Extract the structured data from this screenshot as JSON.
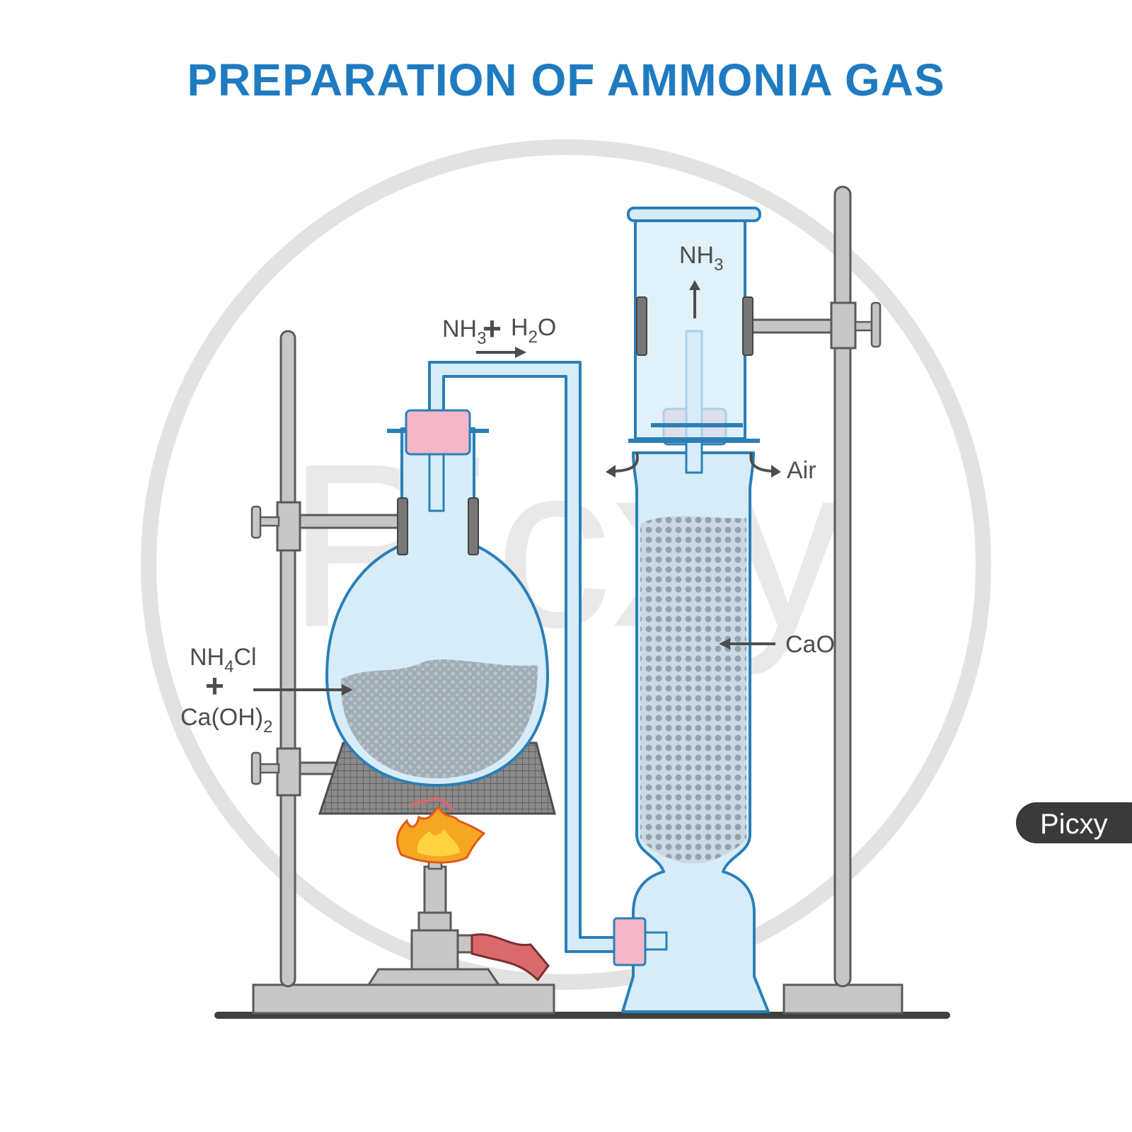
{
  "title": "PREPARATION OF AMMONIA GAS",
  "labels": {
    "outlet_gas": "NH",
    "outlet_gas_sub": "3",
    "plus": "+",
    "water": "H",
    "water_sub": "2",
    "water_tail": "O",
    "collected_gas": "NH",
    "collected_gas_sub": "3",
    "air": "Air",
    "drying_agent": "CaO",
    "reactant_1": "NH",
    "reactant_1_sub": "4",
    "reactant_1_tail": "Cl",
    "reactant_plus": "+",
    "reactant_2": "Ca(OH)",
    "reactant_2_sub": "2"
  },
  "watermark": {
    "text": "Picxy",
    "badge_text": "Picxy"
  },
  "colors": {
    "title": "#1f7bc1",
    "glass_fill": "#d6ecf8",
    "glass_stroke": "#2b7fb8",
    "stopper": "#f5b7c8",
    "stand": "#c6c6c6",
    "stand_stroke": "#5a5a5a",
    "flame_outer": "#f5a623",
    "flame_inner": "#ffd23f"
  },
  "icons": [
    "flame-icon",
    "arrow-icon",
    "gas-burner-icon",
    "clamp-icon"
  ]
}
